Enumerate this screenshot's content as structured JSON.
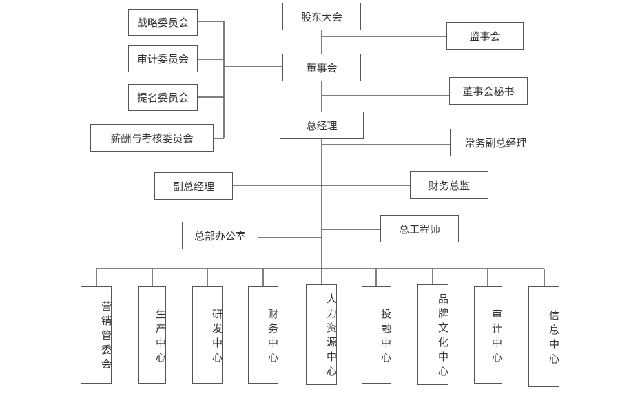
{
  "org": {
    "shareholders": "股东大会",
    "supervisors": "监事会",
    "board": "董事会",
    "board_secretary": "董事会秘书",
    "gm": "总经理",
    "exec_deputy_gm": "常务副总经理",
    "deputy_gm": "副总经理",
    "cfo": "财务总监",
    "head_office": "总部办公室",
    "chief_engineer": "总工程师",
    "committees": [
      "战略委员会",
      "审计委员会",
      "提名委员会",
      "薪酬与考核委员会"
    ],
    "centers": [
      "营销管委会",
      "生产中心",
      "研发中心",
      "财务中心",
      "人力资源中心",
      "投融中心",
      "品牌文化中心",
      "审计中心",
      "信息中心"
    ]
  }
}
